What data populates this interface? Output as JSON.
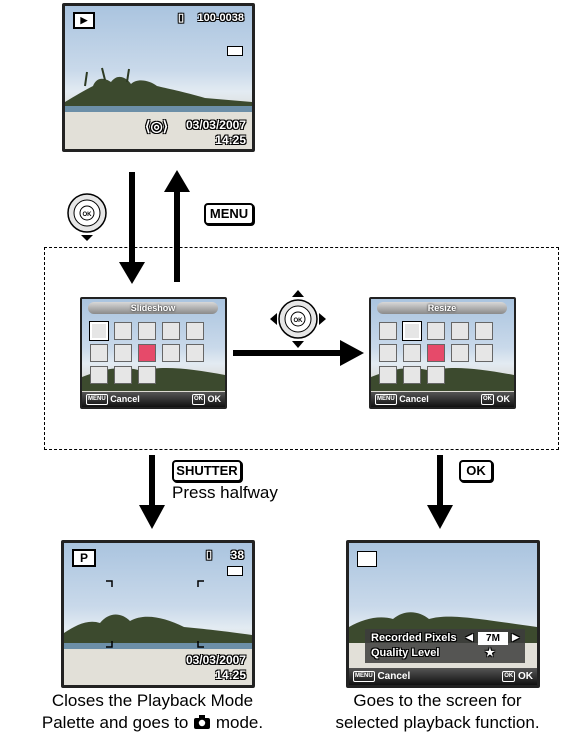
{
  "top_screen": {
    "file_number": "100-0038",
    "date": "03/03/2007",
    "time": "14:25"
  },
  "menu_key": "MENU",
  "palette_left": {
    "title": "Slideshow",
    "cancel": "Cancel",
    "ok": "OK",
    "menu_badge": "MENU",
    "ok_badge": "OK"
  },
  "palette_right": {
    "title": "Resize",
    "cancel": "Cancel",
    "ok": "OK",
    "menu_badge": "MENU",
    "ok_badge": "OK"
  },
  "shutter": {
    "key": "SHUTTER",
    "instruction": "Press halfway"
  },
  "ok_key": "OK",
  "capture_screen": {
    "mode": "P",
    "shots_remaining": "38",
    "date": "03/03/2007",
    "time": "14:25"
  },
  "resize_screen": {
    "recorded_pixels_label": "Recorded Pixels",
    "recorded_pixels_value": "7M",
    "quality_label": "Quality Level",
    "quality_value": "★",
    "cancel": "Cancel",
    "ok": "OK",
    "menu_badge": "MENU",
    "ok_badge": "OK"
  },
  "captions": {
    "left_line1": "Closes the Playback Mode",
    "left_line2": "Palette and goes to",
    "left_line3": "mode.",
    "right_line1": "Goes to the screen for",
    "right_line2": "selected playback function."
  },
  "colors": {
    "osd_text": "#ffffff",
    "sky": "#c9d9ea",
    "palette_selected_icon": "#e64a6a"
  }
}
